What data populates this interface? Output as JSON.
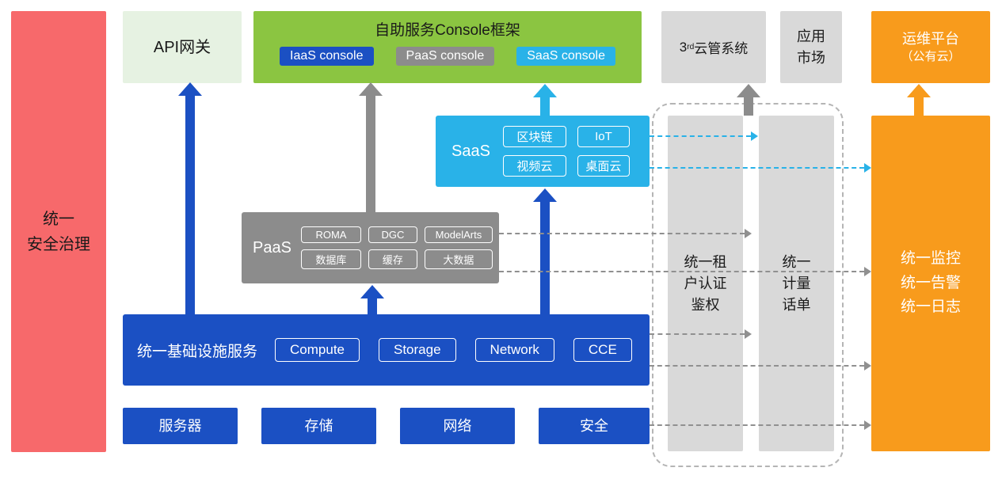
{
  "colors": {
    "security_red": "#f7696b",
    "api_light_green": "#e6f2e2",
    "console_green": "#8bc541",
    "primary_blue": "#1b50c3",
    "paas_gray": "#8c8c8c",
    "panel_light_gray": "#d9d9d9",
    "saas_cyan": "#29b2e8",
    "ops_orange": "#f89b1c"
  },
  "security_bar": {
    "label": "统一\n安全治理"
  },
  "api_gateway": {
    "label": "API网关"
  },
  "console_frame": {
    "title": "自助服务Console框架",
    "consoles": [
      {
        "label": "IaaS console"
      },
      {
        "label": "PaaS console"
      },
      {
        "label": "SaaS console"
      }
    ]
  },
  "third_party_cloud": {
    "prefix": "3",
    "superscript": "rd",
    "suffix": "云管系统"
  },
  "app_market": {
    "label": "应用\n市场"
  },
  "ops_platform": {
    "line1": "运维平台",
    "line2": "（公有云）"
  },
  "saas": {
    "label": "SaaS",
    "items": [
      "区块链",
      "IoT",
      "视频云",
      "桌面云"
    ]
  },
  "paas": {
    "label": "PaaS",
    "items": [
      "ROMA",
      "DGC",
      "ModelArts",
      "数据库",
      "缓存",
      "大数据"
    ]
  },
  "infrastructure": {
    "label": "统一基础设施服务",
    "items": [
      "Compute",
      "Storage",
      "Network",
      "CCE"
    ]
  },
  "hardware": {
    "items": [
      "服务器",
      "存储",
      "网络",
      "安全"
    ]
  },
  "auth_column": {
    "label": "统一租\n户认证\n鉴权"
  },
  "metering_column": {
    "label": "统一\n计量\n话单"
  },
  "monitor_panel": {
    "label": "统一监控\n统一告警\n统一日志"
  }
}
